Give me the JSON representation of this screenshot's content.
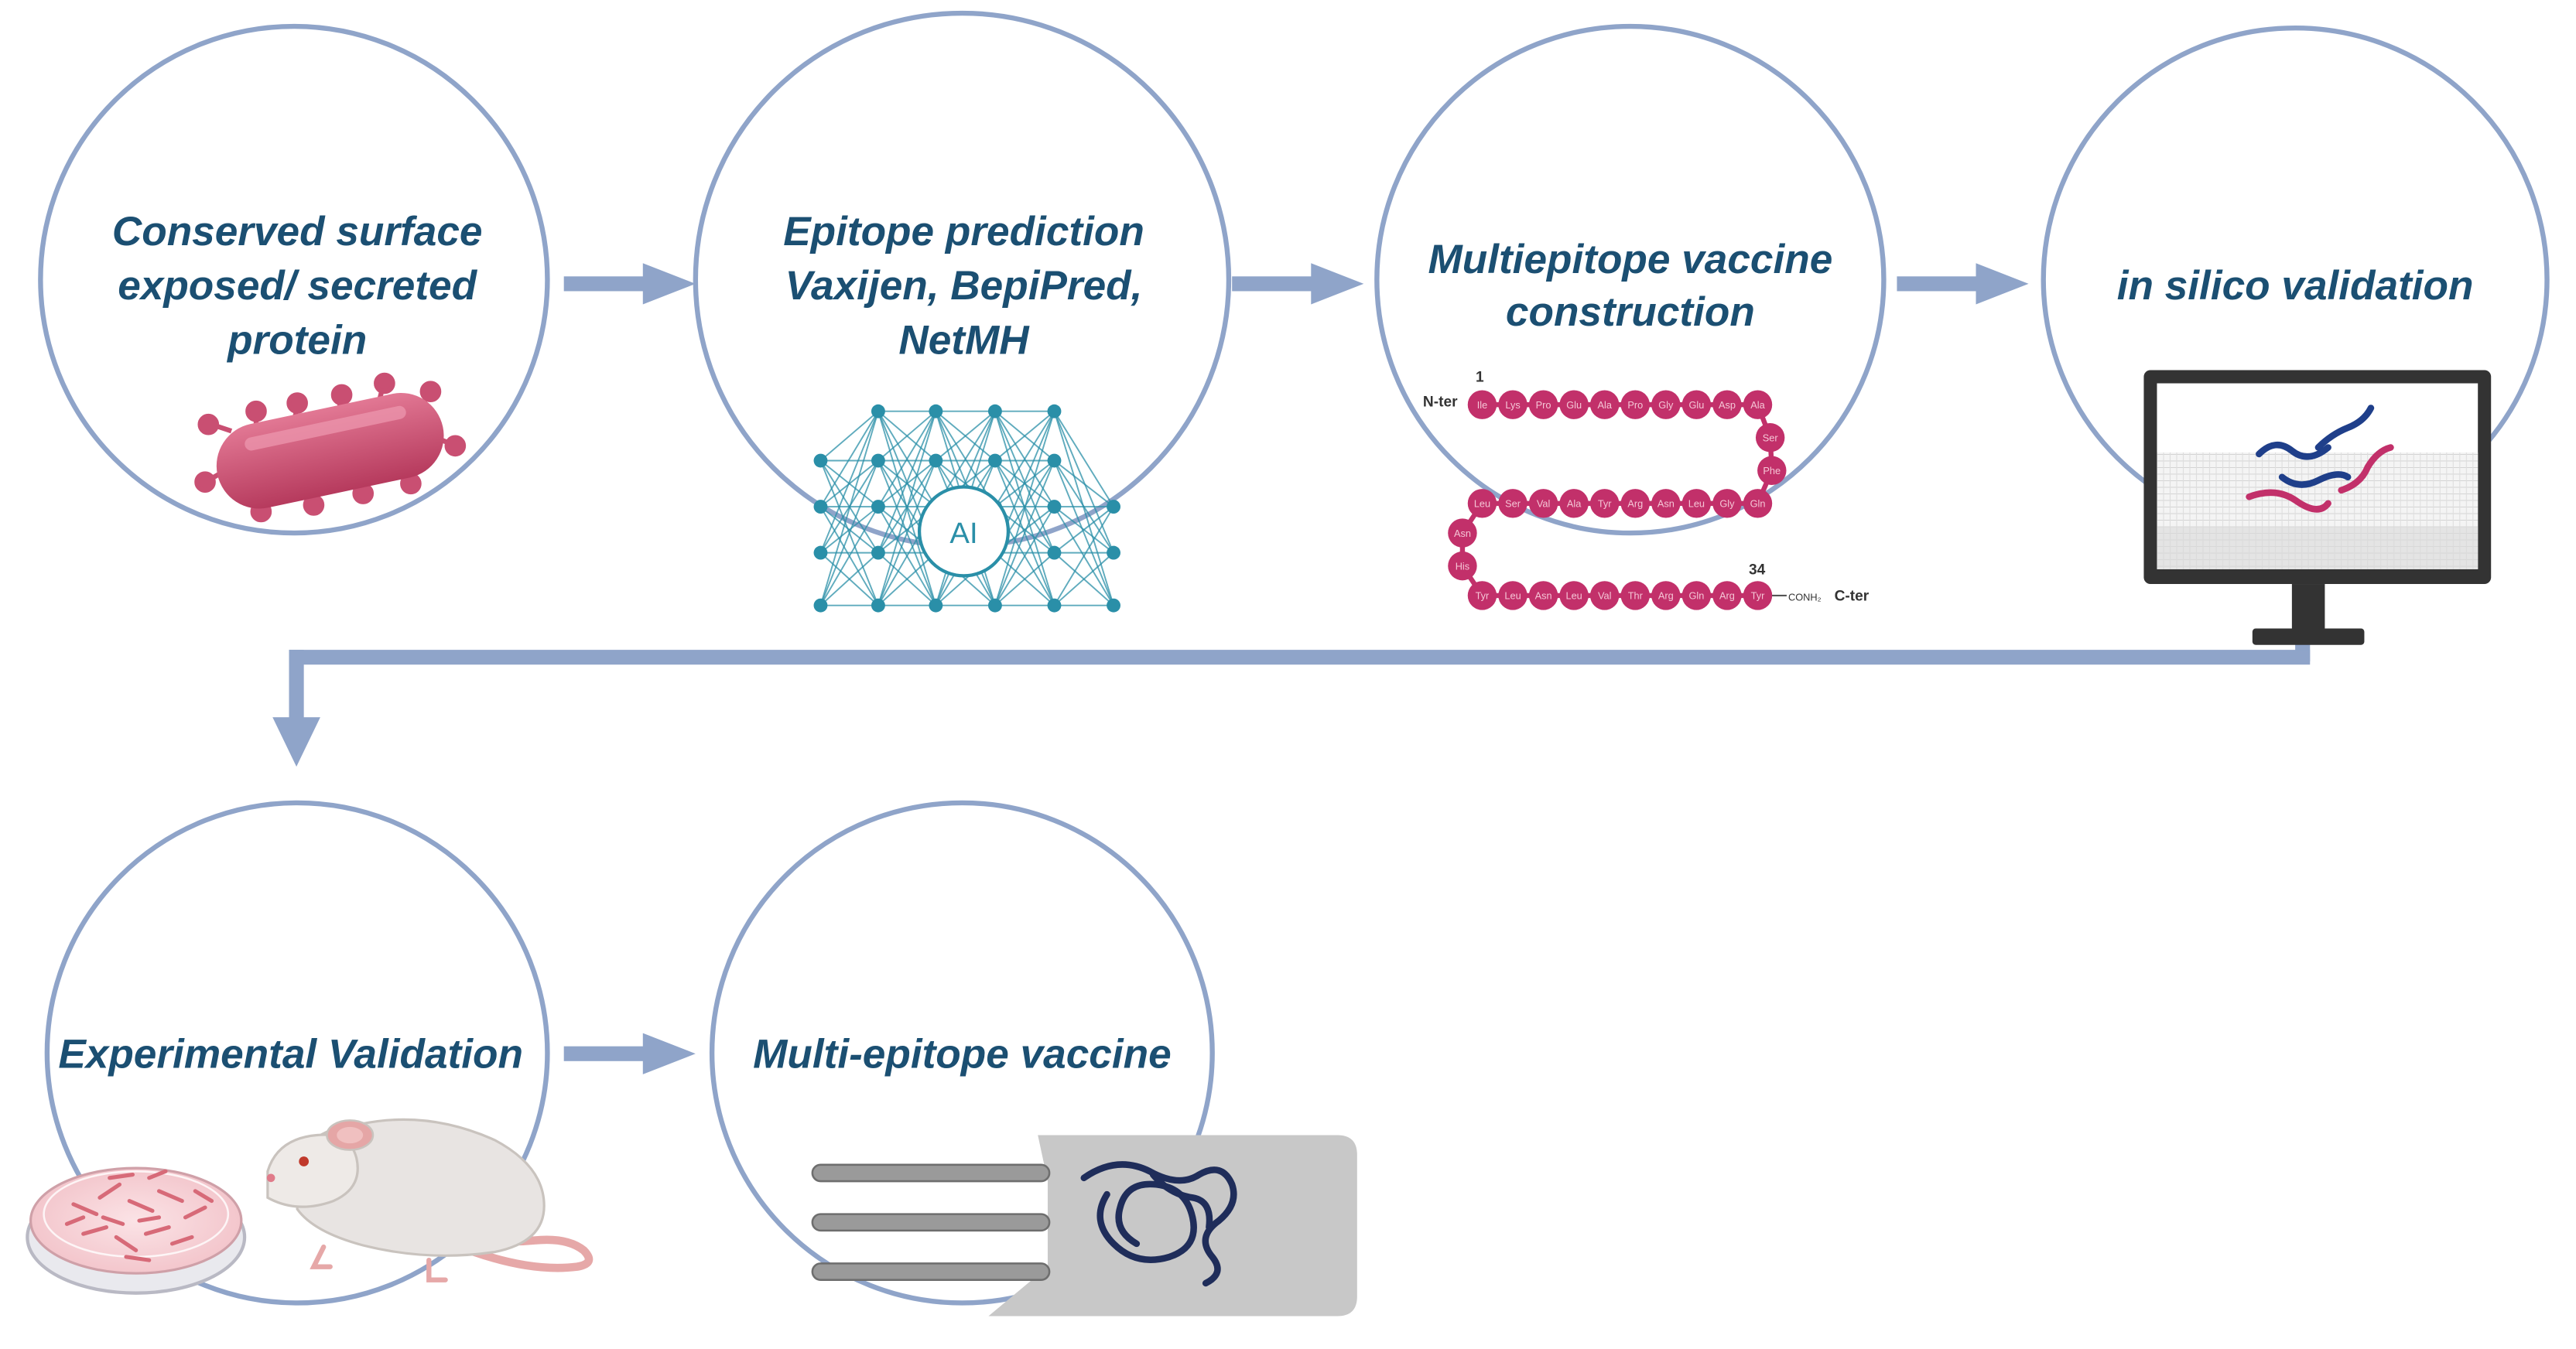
{
  "colors": {
    "circle_stroke": "#8fa4c9",
    "arrow": "#8fa4c9",
    "title_text": "#1b4f72",
    "bacteria": "#c94f72",
    "bead": "#c2306a",
    "network": "#2a8fa8",
    "monitor": "#333333",
    "strand_blue": "#1f3f8a",
    "strand_pink": "#c2306a",
    "vaccine_bg": "#c8c8c8"
  },
  "steps": [
    {
      "id": "step1",
      "title": [
        "Conserved surface",
        "exposed/ secreted",
        "protein"
      ],
      "icon": "bacteria-icon"
    },
    {
      "id": "step2",
      "title": [
        "Epitope prediction",
        "Vaxijen, BepiPred,",
        "NetMH"
      ],
      "icon": "neural-network-icon",
      "icon_label": "AI"
    },
    {
      "id": "step3",
      "title": [
        "Multiepitope vaccine",
        "construction"
      ],
      "icon": "peptide-chain-icon",
      "peptide": {
        "start_index": "1",
        "end_index": "34",
        "n_term": "N-ter",
        "c_term": "C-ter",
        "c_term_group": "CONH₂",
        "row1": [
          "Ile",
          "Lys",
          "Pro",
          "Glu",
          "Ala",
          "Pro",
          "Gly",
          "Glu",
          "Asp",
          "Ala"
        ],
        "turn1": [
          "Ser",
          "Phe"
        ],
        "row2": [
          "Gln",
          "Gly",
          "Leu",
          "Asn",
          "Arg",
          "Tyr",
          "Ala",
          "Val",
          "Ser",
          "Leu"
        ],
        "turn2": [
          "Asn",
          "His"
        ],
        "row3": [
          "Tyr",
          "Leu",
          "Asn",
          "Leu",
          "Val",
          "Thr",
          "Arg",
          "Gln",
          "Arg",
          "Tyr"
        ]
      }
    },
    {
      "id": "step4",
      "title": [
        "in silico validation"
      ],
      "icon": "computer-monitor-icon"
    },
    {
      "id": "step5",
      "title": [
        "Experimental Validation"
      ],
      "icon": "petri-dish-icon",
      "icon2": "mouse-icon"
    },
    {
      "id": "step6",
      "title": [
        "Multi-epitope vaccine"
      ],
      "icon": "vaccine-patch-icon"
    }
  ]
}
